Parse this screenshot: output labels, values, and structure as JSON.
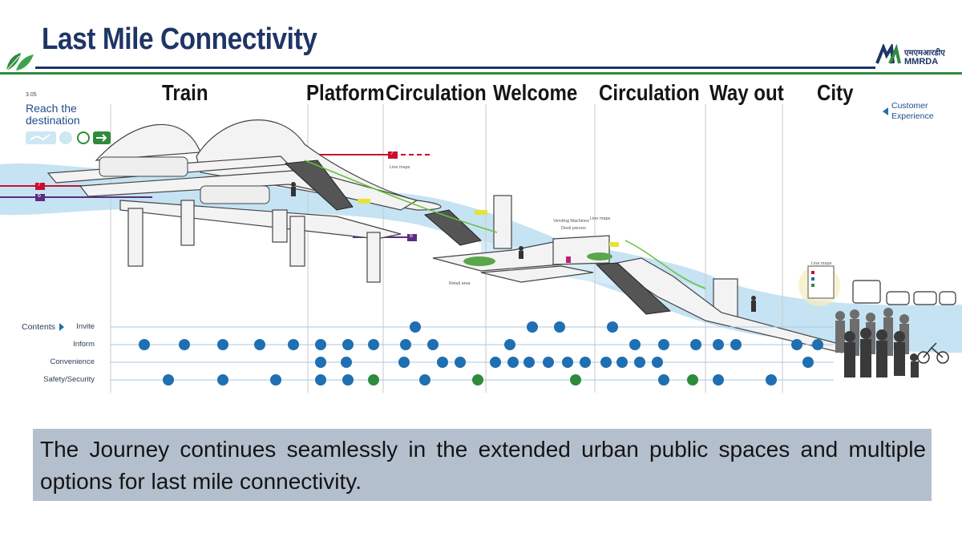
{
  "header": {
    "title": "Last Mile Connectivity",
    "logo_hindi": "एमएमआरडीए",
    "logo_text": "MMRDA"
  },
  "stages": [
    "Train",
    "Platform",
    "Circulation",
    "Welcome",
    "Circulation",
    "Way out",
    "City"
  ],
  "step": {
    "number": "3.05",
    "title_line1": "Reach the",
    "title_line2": "destination"
  },
  "customer_experience": {
    "line1": "Customer",
    "line2": "Experience"
  },
  "line_badges": [
    "7",
    "6",
    "7",
    "6"
  ],
  "diagram_labels": {
    "line_maps": "Line maps",
    "vending": "Vending Machines",
    "desk": "Desk person",
    "line_maps_2": "Line maps",
    "retail": "Retail area",
    "line_maps_3": "Line maps"
  },
  "contents": {
    "title": "Contents",
    "rows": [
      "Invite",
      "Inform",
      "Convenience",
      "Safety/Security"
    ]
  },
  "colors": {
    "navy": "#1f3566",
    "green": "#2e8b3c",
    "icon_blue": "#1f6fb2",
    "icon_green": "#2e8b3c",
    "line_red": "#c8102e",
    "line_purple": "#5b2c83",
    "water": "#bfe0f2"
  },
  "caption": "The Journey continues seamlessly in the extended urban public spaces and multiple options for last mile connectivity."
}
